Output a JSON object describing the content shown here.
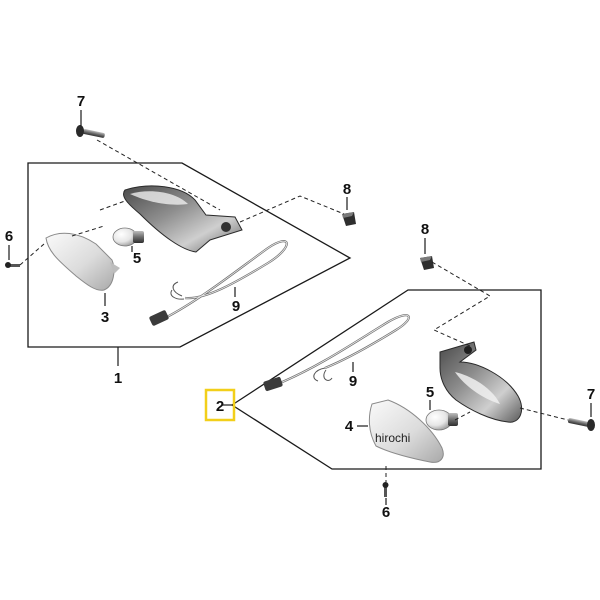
{
  "diagram": {
    "callouts": {
      "c1": "1",
      "c2": "2",
      "c3": "3",
      "c4": "4",
      "c5a": "5",
      "c5b": "5",
      "c6a": "6",
      "c6b": "6",
      "c7a": "7",
      "c7b": "7",
      "c8a": "8",
      "c8b": "8",
      "c9a": "9",
      "c9b": "9"
    },
    "highlighted_callout": "2",
    "highlight_color": "#f2cf1a",
    "watermark": "hirochi"
  }
}
